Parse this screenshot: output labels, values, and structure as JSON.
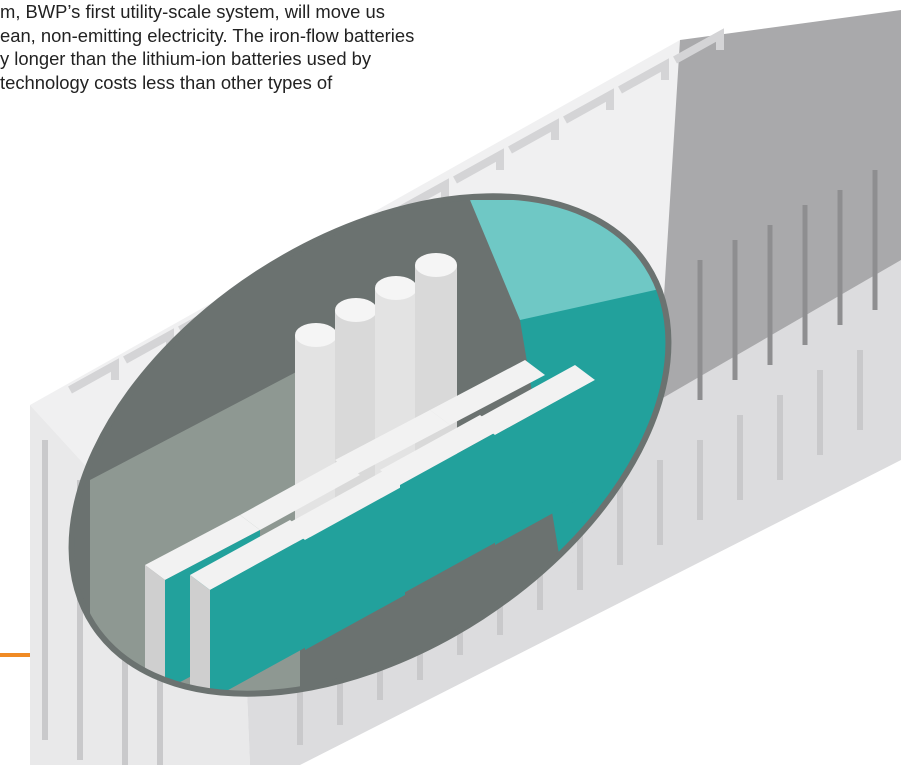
{
  "caption": {
    "lines": [
      "m, BWP’s first utility-scale system, will move us",
      "ean, non-emitting electricity. The iron-flow batteries",
      "y longer than the lithium-ion batteries used by",
      "technology costs less than other types of"
    ]
  },
  "illustration": {
    "subject": "iron-flow battery shipping container cutaway",
    "colors": {
      "container_front": "#e9e9ea",
      "container_top": "#f0f0f1",
      "container_side": "#a9a9ab",
      "rib": "#d4d4d6",
      "cutout_rim": "#6b7270",
      "interior_wall": "#8e9892",
      "teal_light": "#6fc8c5",
      "teal_dark": "#22a19c",
      "tank": "#e3e3e3",
      "accent_line": "#f08a24"
    }
  }
}
